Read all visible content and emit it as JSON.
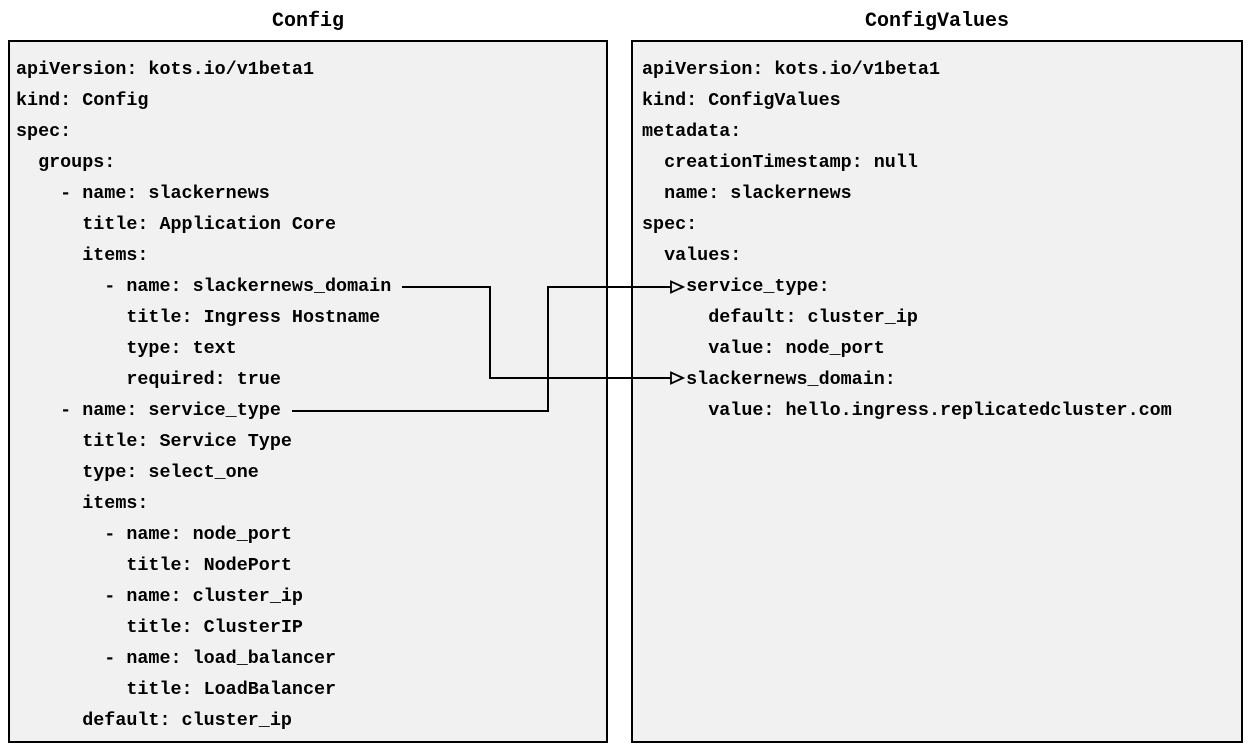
{
  "diagram": {
    "left_panel": {
      "title": "Config",
      "yaml_lines": [
        "apiVersion: kots.io/v1beta1",
        "kind: Config",
        "spec:",
        "  groups:",
        "    - name: slackernews",
        "      title: Application Core",
        "      items:",
        "        - name: slackernews_domain",
        "          title: Ingress Hostname",
        "          type: text",
        "          required: true",
        "    - name: service_type",
        "      title: Service Type",
        "      type: select_one",
        "      items:",
        "        - name: node_port",
        "          title: NodePort",
        "        - name: cluster_ip",
        "          title: ClusterIP",
        "        - name: load_balancer",
        "          title: LoadBalancer",
        "      default: cluster_ip"
      ]
    },
    "right_panel": {
      "title": "ConfigValues",
      "yaml_lines": [
        "apiVersion: kots.io/v1beta1",
        "kind: ConfigValues",
        "metadata:",
        "  creationTimestamp: null",
        "  name: slackernews",
        "spec:",
        "  values:",
        "    service_type:",
        "      default: cluster_ip",
        "      value: node_port",
        "    slackernews_domain:",
        "      value: hello.ingress.replicatedcluster.com"
      ]
    },
    "connections": [
      {
        "from": "Config item: slackernews_domain",
        "to": "ConfigValues key: slackernews_domain"
      },
      {
        "from": "Config item: service_type",
        "to": "ConfigValues key: service_type"
      }
    ],
    "colors": {
      "page_background": "#ffffff",
      "panel_background": "#f1f1f1",
      "panel_border": "#000000",
      "text_color": "#000000",
      "arrow_color": "#000000"
    }
  }
}
